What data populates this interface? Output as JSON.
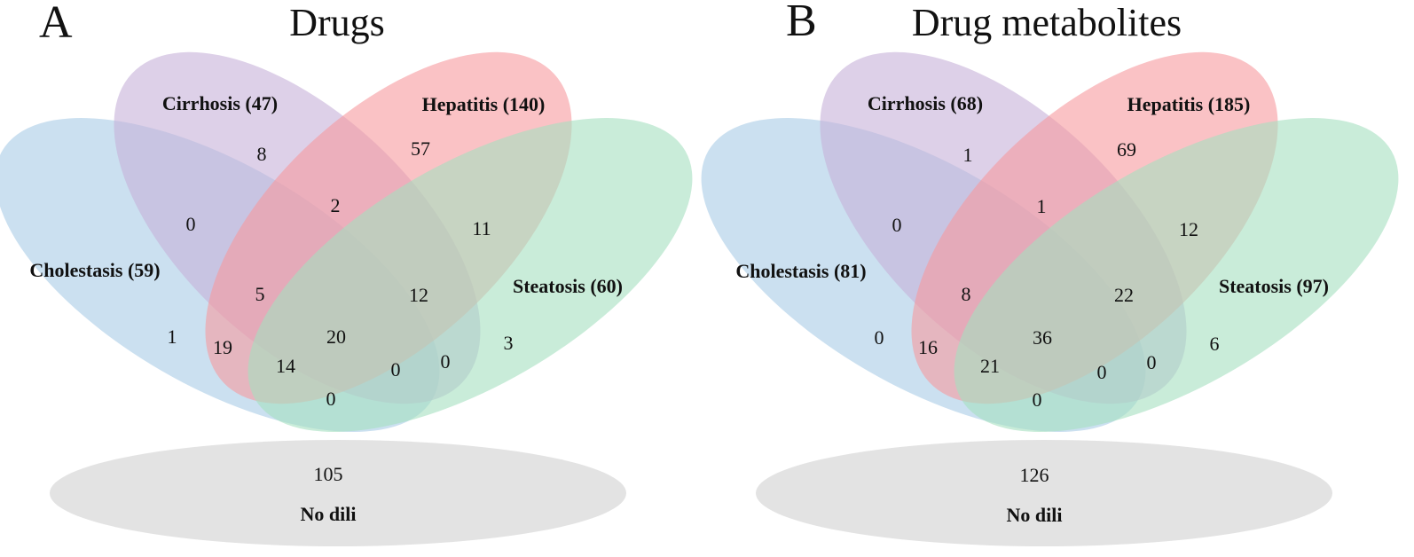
{
  "panels": [
    {
      "letter": "A",
      "title": "Drugs",
      "sets": {
        "cholestasis": "Cholestasis (59)",
        "cirrhosis": "Cirrhosis (47)",
        "hepatitis": "Hepatitis (140)",
        "steatosis": "Steatosis (60)"
      },
      "counts": {
        "cirrhosis_only": "8",
        "hepatitis_only": "57",
        "cirrhosis_hepatitis": "2",
        "cholestasis_cirrhosis": "0",
        "hepatitis_steatosis": "11",
        "chol_cirr_hep": "5",
        "cirr_hep_steat": "12",
        "cholestasis_only": "1",
        "cholestasis_hepatitis": "19",
        "all_four": "20",
        "steatosis_only": "3",
        "chol_hep_steat": "14",
        "chol_cirr_steat": "0",
        "cirrhosis_steatosis": "0",
        "cholestasis_steatosis": "0"
      },
      "no_dili_count": "105",
      "no_dili_label": "No dili"
    },
    {
      "letter": "B",
      "title": "Drug metabolites",
      "sets": {
        "cholestasis": "Cholestasis (81)",
        "cirrhosis": "Cirrhosis (68)",
        "hepatitis": "Hepatitis (185)",
        "steatosis": "Steatosis (97)"
      },
      "counts": {
        "cirrhosis_only": "1",
        "hepatitis_only": "69",
        "cirrhosis_hepatitis": "1",
        "cholestasis_cirrhosis": "0",
        "hepatitis_steatosis": "12",
        "chol_cirr_hep": "8",
        "cirr_hep_steat": "22",
        "cholestasis_only": "0",
        "cholestasis_hepatitis": "16",
        "all_four": "36",
        "steatosis_only": "6",
        "chol_hep_steat": "21",
        "chol_cirr_steat": "0",
        "cirrhosis_steatosis": "0",
        "cholestasis_steatosis": "0"
      },
      "no_dili_count": "126",
      "no_dili_label": "No dili"
    }
  ],
  "colors": {
    "cholestasis": "#a9cbe6",
    "cirrhosis": "#c7b0d9",
    "hepatitis": "#f79a9e",
    "steatosis": "#a5dfbf",
    "no_dili": "#e3e3e3"
  }
}
